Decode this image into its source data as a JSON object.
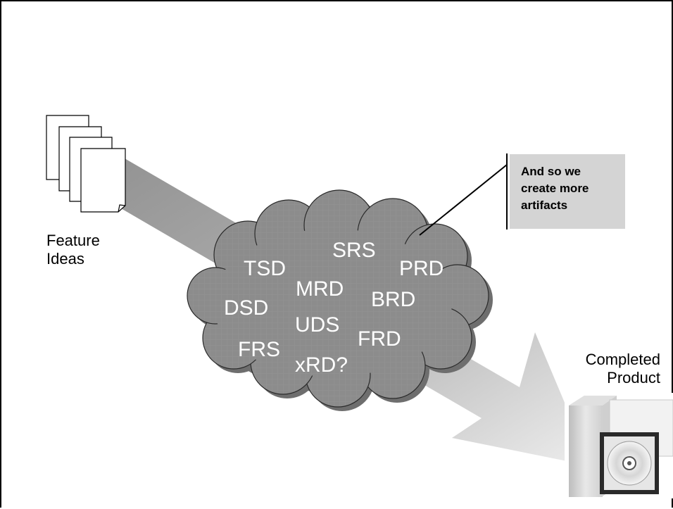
{
  "feature_ideas": {
    "line1": "Feature",
    "line2": "Ideas"
  },
  "completed_product": {
    "line1": "Completed",
    "line2": "Product"
  },
  "callout": {
    "text_lines": [
      "And so we",
      "create more",
      "artifacts"
    ]
  },
  "artifacts": {
    "tsd": "TSD",
    "srs": "SRS",
    "prd": "PRD",
    "mrd": "MRD",
    "dsd": "DSD",
    "brd": "BRD",
    "uds": "UDS",
    "frd": "FRD",
    "frs": "FRS",
    "xrd": "xRD?"
  },
  "colors": {
    "cloud": "#8c8c8c",
    "callout_bg": "#d4d4d4",
    "arrow": "#9a9a9a"
  }
}
